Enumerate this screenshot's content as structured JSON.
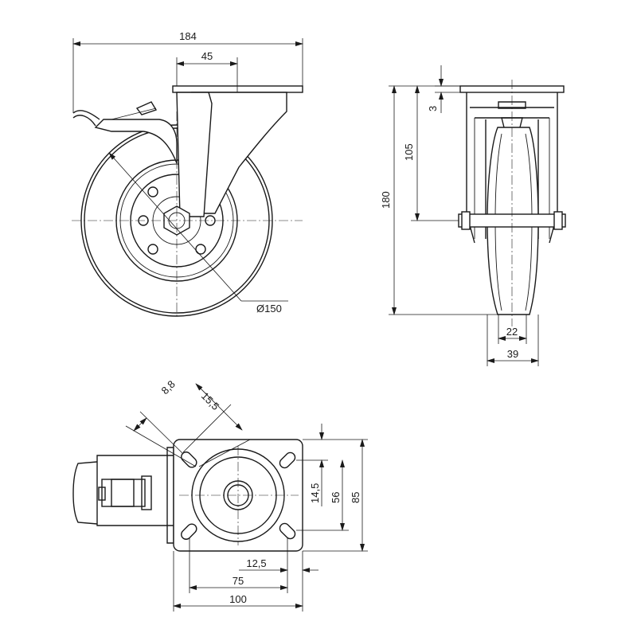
{
  "side_view": {
    "overall_width": "184",
    "plate_offset": "45",
    "wheel_diameter": "Ø150"
  },
  "front_view": {
    "plate_thickness": "3",
    "axle_height": "105",
    "total_height": "180",
    "tread_width": "22",
    "wheel_width": "39"
  },
  "top_view": {
    "slot_width": "8,8",
    "slot_length": "15,5",
    "hole_spacing_y": "56",
    "plate_depth": "85",
    "slot_offset_y": "14,5",
    "slot_offset_x": "12,5",
    "hole_spacing_x": "75",
    "plate_width": "100"
  }
}
